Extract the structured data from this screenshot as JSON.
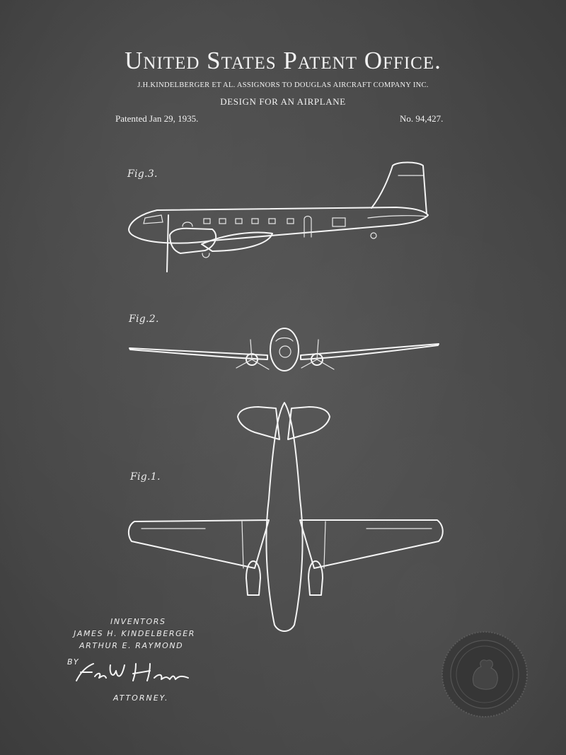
{
  "header": {
    "title": "United States Patent Office.",
    "assignors": "J.H.KINDELBERGER ET AL. ASSIGNORS TO DOUGLAS AIRCRAFT COMPANY INC.",
    "design": "DESIGN FOR AN AIRPLANE",
    "patented": "Patented Jan 29, 1935.",
    "number": "No. 94,427."
  },
  "figures": {
    "fig3": "Fig.3.",
    "fig2": "Fig.2.",
    "fig1": "Fig.1."
  },
  "inventors": {
    "heading": "Inventors",
    "names": [
      "James H. Kindelberger",
      "Arthur E. Raymond"
    ],
    "by": "By",
    "signature": "Fred W Harris",
    "attorney": "Attorney."
  },
  "colors": {
    "background": "#4a4a4a",
    "ink": "#f4f4f4"
  }
}
